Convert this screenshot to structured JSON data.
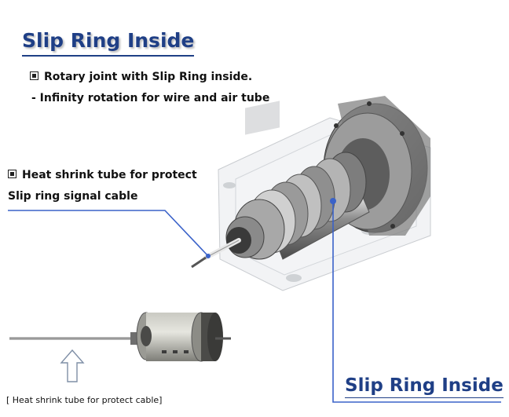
{
  "title": "Slip Ring Inside",
  "feature": {
    "line1": "Rotary joint with Slip Ring inside.",
    "line2": "- Infinity rotation for wire and air tube"
  },
  "heat_shrink": {
    "line1": "Heat shrink tube for protect",
    "line2": "Slip ring signal cable"
  },
  "bottom_caption": "[ Heat shrink tube for protect cable]",
  "slip_ring_label": "Slip Ring Inside",
  "colors": {
    "title": "#1f3f86",
    "leader_line": "#3a62c9",
    "metal": "#8a8a8a"
  }
}
